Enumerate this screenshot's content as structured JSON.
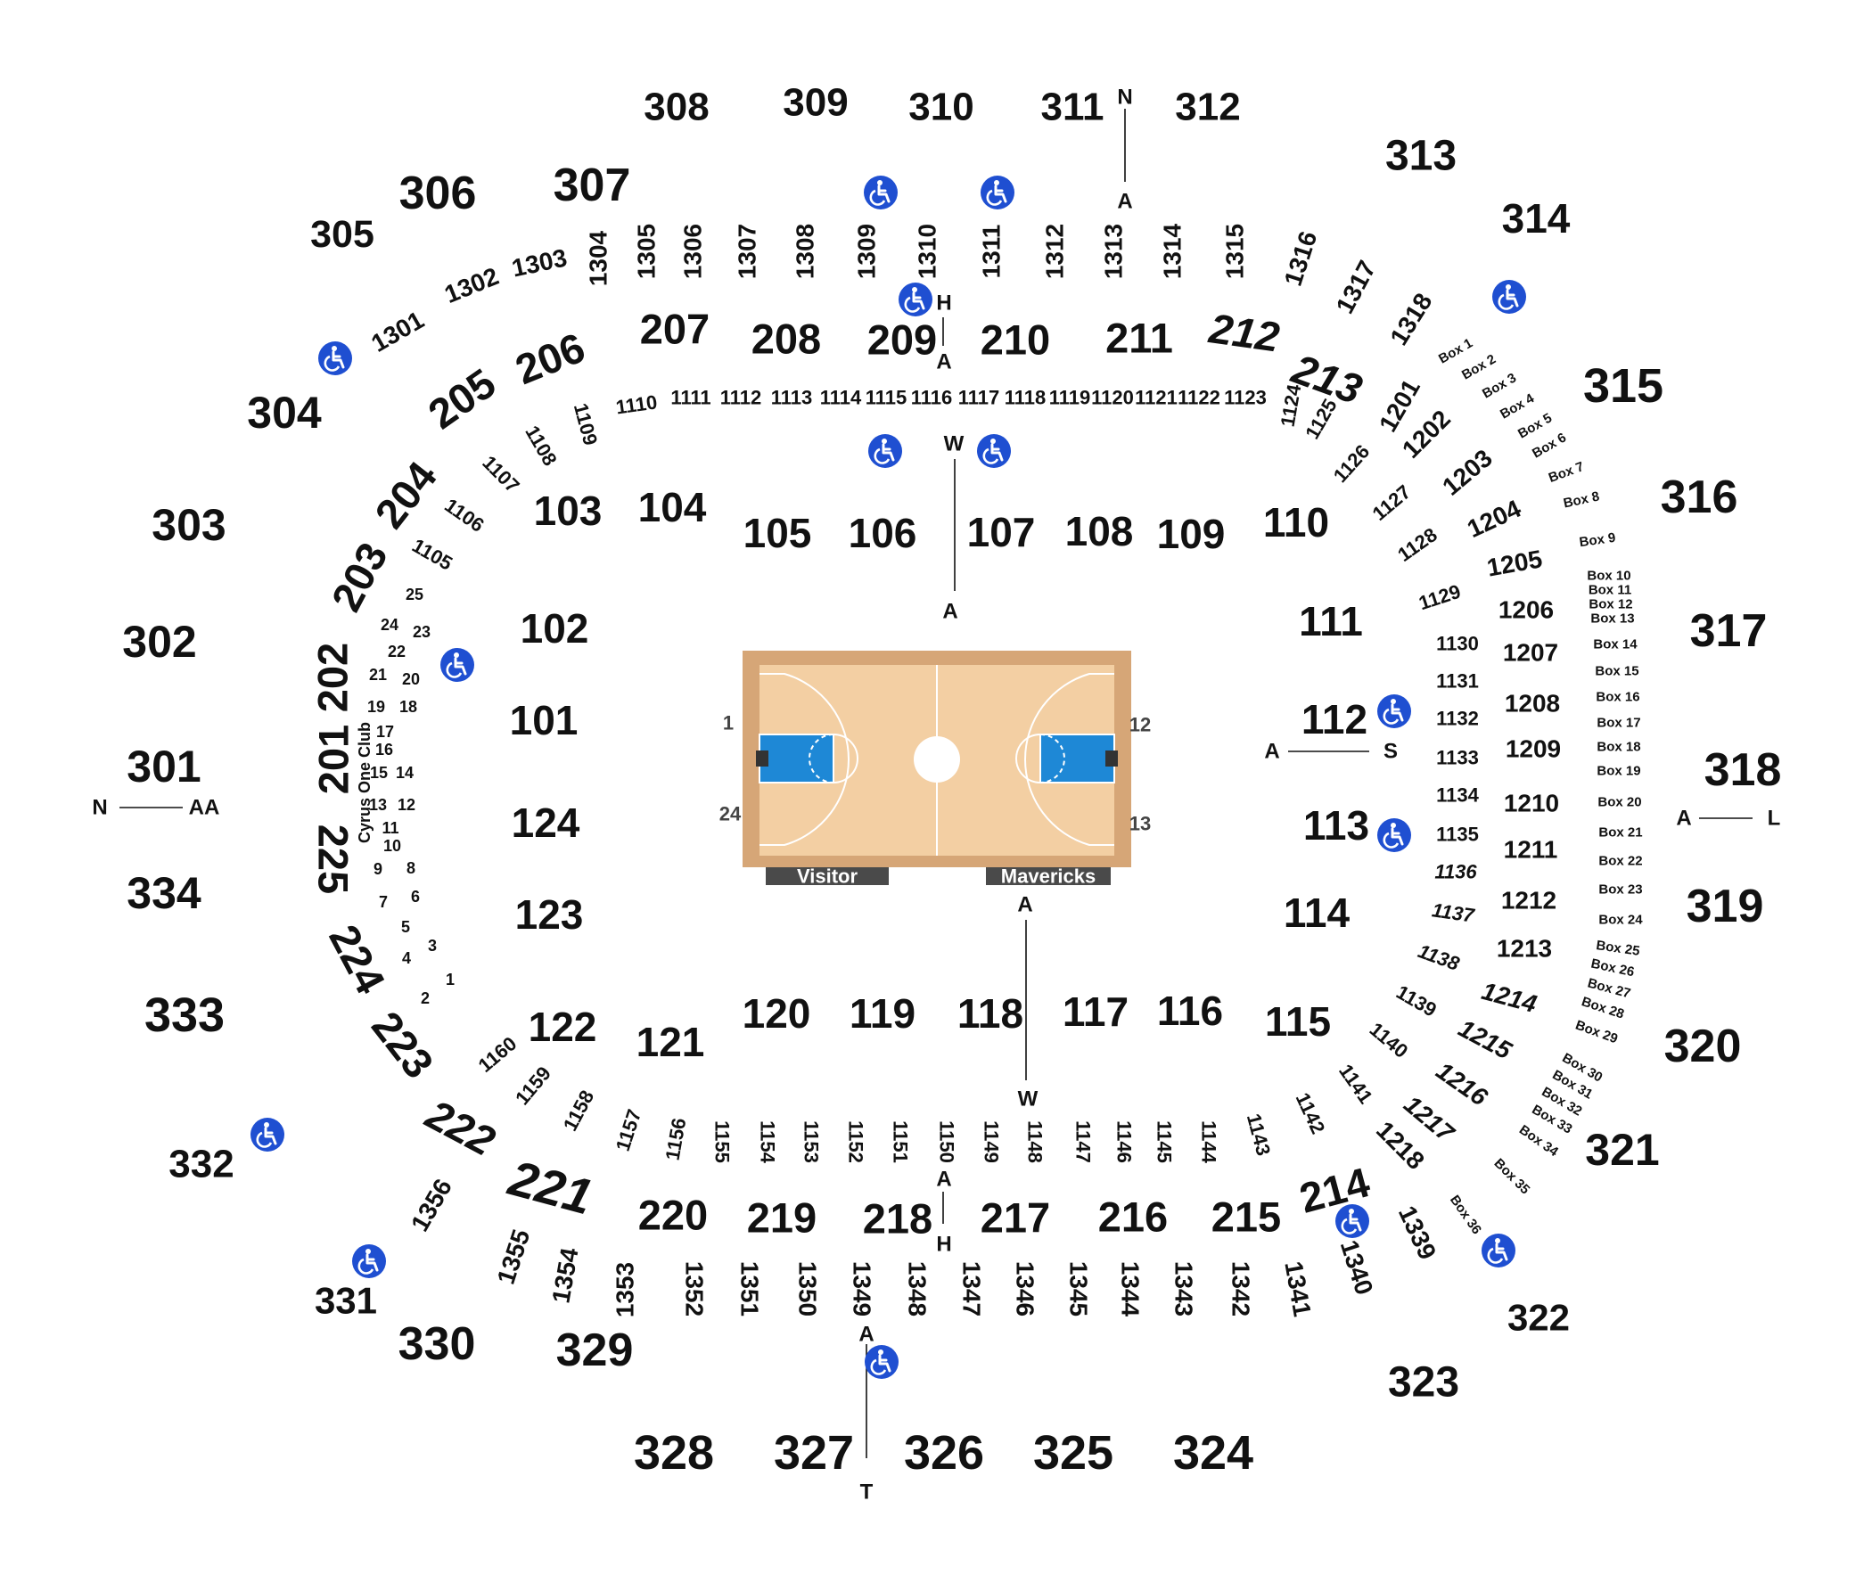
{
  "colors": {
    "court_floor": "#f3cfa3",
    "court_border": "#d6a677",
    "court_paint": "#1e88d6",
    "accessibility": "#1f4fd1",
    "banner": "#4a4a4a",
    "text": "#111111"
  },
  "icons": {
    "accessibility": "wheelchair-icon"
  },
  "court": {
    "visitor_label": "Visitor",
    "home_label": "Mavericks",
    "corner_numbers": [
      "1",
      "24",
      "12",
      "13"
    ]
  },
  "sections_300": [
    "301",
    "302",
    "303",
    "304",
    "305",
    "306",
    "307",
    "308",
    "309",
    "310",
    "311",
    "312",
    "313",
    "314",
    "315",
    "316",
    "317",
    "318",
    "319",
    "320",
    "321",
    "322",
    "323",
    "324",
    "325",
    "326",
    "327",
    "328",
    "329",
    "330",
    "331",
    "332",
    "333",
    "334"
  ],
  "sections_200": [
    "201",
    "202",
    "203",
    "204",
    "205",
    "206",
    "207",
    "208",
    "209",
    "210",
    "211",
    "212",
    "213",
    "214",
    "215",
    "216",
    "217",
    "218",
    "219",
    "220",
    "221",
    "222",
    "223",
    "224",
    "225"
  ],
  "sections_100": [
    "101",
    "102",
    "103",
    "104",
    "105",
    "106",
    "107",
    "108",
    "109",
    "110",
    "111",
    "112",
    "113",
    "114",
    "115",
    "116",
    "117",
    "118",
    "119",
    "120",
    "121",
    "122",
    "123",
    "124"
  ],
  "sections_1300": [
    "1301",
    "1302",
    "1303",
    "1304",
    "1305",
    "1306",
    "1307",
    "1308",
    "1309",
    "1310",
    "1311",
    "1312",
    "1313",
    "1314",
    "1315",
    "1316",
    "1317",
    "1318",
    "1339",
    "1340",
    "1341",
    "1342",
    "1343",
    "1344",
    "1345",
    "1346",
    "1347",
    "1348",
    "1349",
    "1350",
    "1351",
    "1352",
    "1353",
    "1354",
    "1355",
    "1356"
  ],
  "sections_1200": [
    "1201",
    "1202",
    "1203",
    "1204",
    "1205",
    "1206",
    "1207",
    "1208",
    "1209",
    "1210",
    "1211",
    "1212",
    "1213",
    "1214",
    "1215",
    "1216",
    "1217",
    "1218"
  ],
  "sections_1100": [
    "1105",
    "1106",
    "1107",
    "1108",
    "1109",
    "1110",
    "1111",
    "1112",
    "1113",
    "1114",
    "1115",
    "1116",
    "1117",
    "1118",
    "1119",
    "1120",
    "1121",
    "1122",
    "1123",
    "1124",
    "1125",
    "1126",
    "1127",
    "1128",
    "1129",
    "1130",
    "1131",
    "1132",
    "1133",
    "1134",
    "1135",
    "1136",
    "1137",
    "1138",
    "1139",
    "1140",
    "1141",
    "1142",
    "1143",
    "1144",
    "1145",
    "1146",
    "1147",
    "1148",
    "1149",
    "1150",
    "1151",
    "1152",
    "1153",
    "1154",
    "1155",
    "1156",
    "1157",
    "1158",
    "1159",
    "1160"
  ],
  "boxes": [
    "Box 1",
    "Box 2",
    "Box 3",
    "Box 4",
    "Box 5",
    "Box 6",
    "Box 7",
    "Box 8",
    "Box 9",
    "Box 10",
    "Box 11",
    "Box 12",
    "Box 13",
    "Box 14",
    "Box 15",
    "Box 16",
    "Box 17",
    "Box 18",
    "Box 19",
    "Box 20",
    "Box 21",
    "Box 22",
    "Box 23",
    "Box 24",
    "Box 25",
    "Box 26",
    "Box 27",
    "Box 28",
    "Box 29",
    "Box 30",
    "Box 31",
    "Box 32",
    "Box 33",
    "Box 34",
    "Box 35",
    "Box 36"
  ],
  "club": {
    "name": "Cyrus One Club",
    "seats": [
      "1",
      "2",
      "3",
      "4",
      "5",
      "6",
      "7",
      "8",
      "9",
      "10",
      "11",
      "12",
      "13",
      "14",
      "15",
      "16",
      "17",
      "18",
      "19",
      "20",
      "21",
      "22",
      "23",
      "24",
      "25"
    ]
  },
  "row_markers": [
    {
      "id": "north-top",
      "labels": [
        "N",
        "A"
      ]
    },
    {
      "id": "center-top",
      "labels": [
        "W",
        "A"
      ]
    },
    {
      "id": "top-200",
      "labels": [
        "H",
        "A"
      ]
    },
    {
      "id": "bottom-200",
      "labels": [
        "A",
        "H"
      ]
    },
    {
      "id": "center-bottom",
      "labels": [
        "A",
        "W"
      ]
    },
    {
      "id": "south-bottom",
      "labels": [
        "A",
        "T"
      ]
    },
    {
      "id": "west",
      "labels": [
        "N",
        "AA"
      ]
    },
    {
      "id": "east-100",
      "labels": [
        "A",
        "S"
      ]
    },
    {
      "id": "east-300",
      "labels": [
        "A",
        "L"
      ]
    }
  ]
}
